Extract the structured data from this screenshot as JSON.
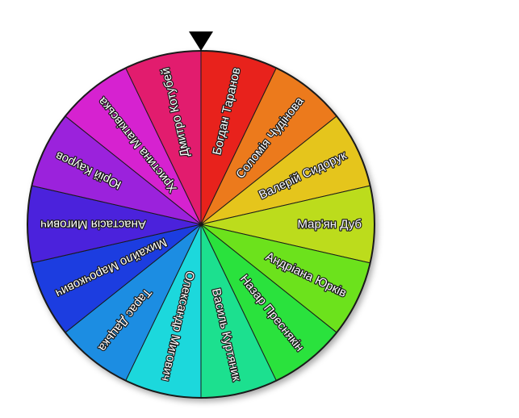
{
  "wheel": {
    "pointer_icon": "triangle-down-pointer-icon",
    "outline_color": "#1a1a1a",
    "segments": [
      {
        "label": "Богдан Таранов",
        "color": "#e8211f"
      },
      {
        "label": "Соломія Чудінова",
        "color": "#ec7a1c"
      },
      {
        "label": "Валерій Сидорук",
        "color": "#e5c51c"
      },
      {
        "label": "Мар'ян Дуб",
        "color": "#bcdc1c"
      },
      {
        "label": "Андріана Юрків",
        "color": "#6ce21a"
      },
      {
        "label": "Назар Преснякін",
        "color": "#2ce23c"
      },
      {
        "label": "Василь Куртяник",
        "color": "#1fe08f"
      },
      {
        "label": "Олександр Мигович",
        "color": "#1ed8dc"
      },
      {
        "label": "Тарас Дацька",
        "color": "#1b8de2"
      },
      {
        "label": "Михайло Марочкович",
        "color": "#1f3ee0"
      },
      {
        "label": "Анастасія Мигович",
        "color": "#4b22dc"
      },
      {
        "label": "Юрій Кауров",
        "color": "#9b22dc"
      },
      {
        "label": "Христина Матківська",
        "color": "#d622d0"
      },
      {
        "label": "Дмитро Котубей",
        "color": "#e21f6e"
      }
    ]
  }
}
